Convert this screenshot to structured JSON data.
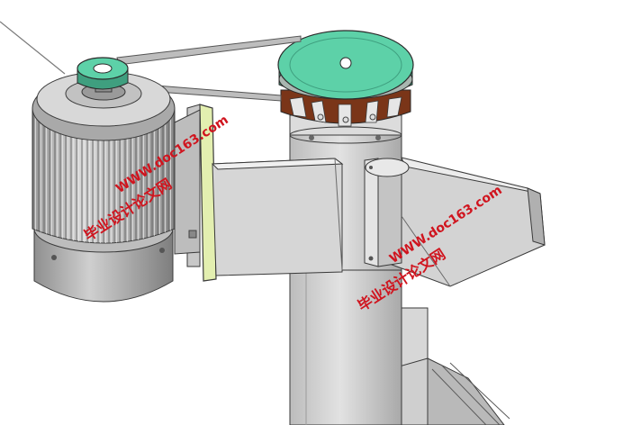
{
  "watermarks": [
    {
      "cn": "毕业设计论文网",
      "url": "WWW.doc163.com"
    },
    {
      "cn": "毕业设计论文网",
      "url": "WWW.doc163.com"
    }
  ],
  "colors": {
    "background": "#ffffff",
    "pulley_green": "#5dd1a8",
    "pulley_green_dark": "#3f9f7f",
    "bracket_plate": "#e3efb0",
    "metal_light": "#dcdcdc",
    "metal_mid": "#bdbdbd",
    "metal_dark": "#8a8a8a",
    "bearing_brown": "#7a3518",
    "belt": "#9a9a9a",
    "edges": "#3a3a3a",
    "watermark_red": "#d0141e"
  }
}
